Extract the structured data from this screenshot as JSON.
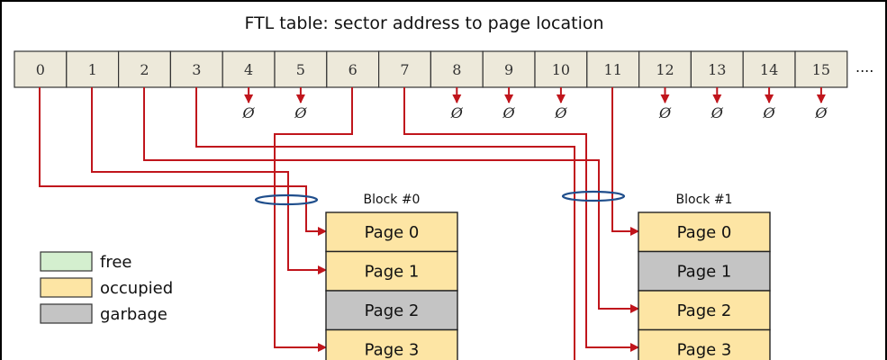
{
  "title": "FTL table: sector address to page location",
  "ellipsis": "....",
  "null_symbol": "Ø",
  "cells": [
    "0",
    "1",
    "2",
    "3",
    "4",
    "5",
    "6",
    "7",
    "8",
    "9",
    "10",
    "11",
    "12",
    "13",
    "14",
    "15"
  ],
  "null_cells": [
    4,
    5,
    8,
    9,
    10,
    12,
    13,
    14,
    15
  ],
  "blocks": [
    {
      "label": "Block #0",
      "pages": [
        {
          "label": "Page 0",
          "state": "occupied"
        },
        {
          "label": "Page 1",
          "state": "occupied"
        },
        {
          "label": "Page 2",
          "state": "garbage"
        },
        {
          "label": "Page 3",
          "state": "occupied"
        }
      ]
    },
    {
      "label": "Block #1",
      "pages": [
        {
          "label": "Page 0",
          "state": "occupied"
        },
        {
          "label": "Page 1",
          "state": "garbage"
        },
        {
          "label": "Page 2",
          "state": "occupied"
        },
        {
          "label": "Page 3",
          "state": "occupied"
        }
      ]
    }
  ],
  "legend": [
    {
      "label": "free",
      "state": "free"
    },
    {
      "label": "occupied",
      "state": "occupied"
    },
    {
      "label": "garbage",
      "state": "garbage"
    }
  ],
  "colors": {
    "free": "#d4efcf",
    "occupied": "#fde5a4",
    "garbage": "#c4c4c4",
    "table_fill": "#ede9da",
    "arrow": "#c0151c",
    "ellipse": "#1f4e8c"
  }
}
